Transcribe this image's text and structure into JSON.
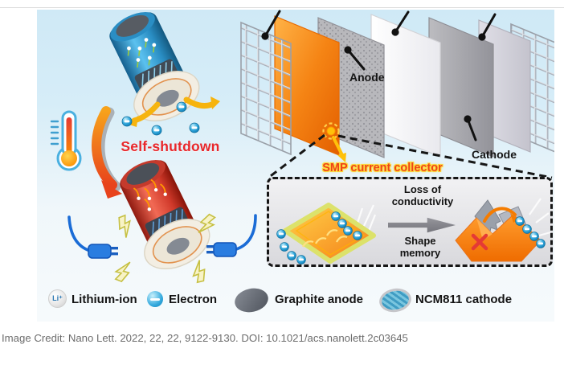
{
  "page": {
    "caption": "Image Credit: Nano Lett. 2022, 22, 22, 9122-9130. DOI: 10.1021/acs.nanolett.2c03645"
  },
  "figure": {
    "self_shutdown_label": "Self-shutdown",
    "stack": {
      "anode_label": "Anode",
      "cathode_label": "Cathode",
      "smp_label": "SMP current collector"
    },
    "detail": {
      "loss_of_conductivity": "Loss of\nconductivity",
      "shape_memory": "Shape\nmemory"
    },
    "legend": {
      "items": [
        {
          "icon": "lithium-ion-icon",
          "symbol": "Li⁺",
          "label": "Lithium-ion"
        },
        {
          "icon": "electron-icon",
          "label": "Electron"
        },
        {
          "icon": "graphite-anode-icon",
          "label": "Graphite anode"
        },
        {
          "icon": "ncm811-cathode-icon",
          "label": "NCM811 cathode"
        }
      ]
    },
    "colors": {
      "self_shutdown_red": "#e8272b",
      "smp_text_red": "#ee4418",
      "smp_highlight_yellow": "#ffe34d",
      "smp_sheet_orange": "#f5821f",
      "electron_blue": "#2196d3",
      "cool_battery_blue": "#2a8ec4",
      "hot_battery_red": "#d0392a"
    }
  }
}
